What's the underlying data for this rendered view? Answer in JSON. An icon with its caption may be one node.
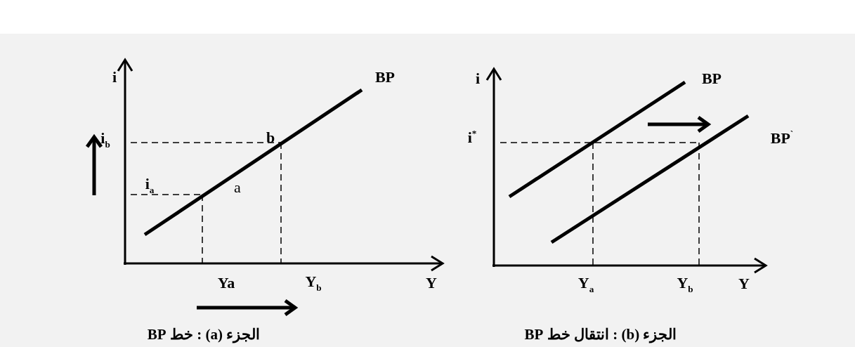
{
  "diagram": {
    "labels": [
      "i",
      "BP",
      "i$_{b}$",
      "b",
      "i$_{a}$",
      "a",
      "Ya",
      "Y$_{b}$",
      "Y",
      "الجزء (a) : خط BP",
      "i",
      "BP",
      "i$^{*}$",
      "BP$^{`}$",
      "Y$_{a}$",
      "Y$_{b}$",
      "Y",
      "الجزء (b) : انتقال خط BP"
    ]
  }
}
